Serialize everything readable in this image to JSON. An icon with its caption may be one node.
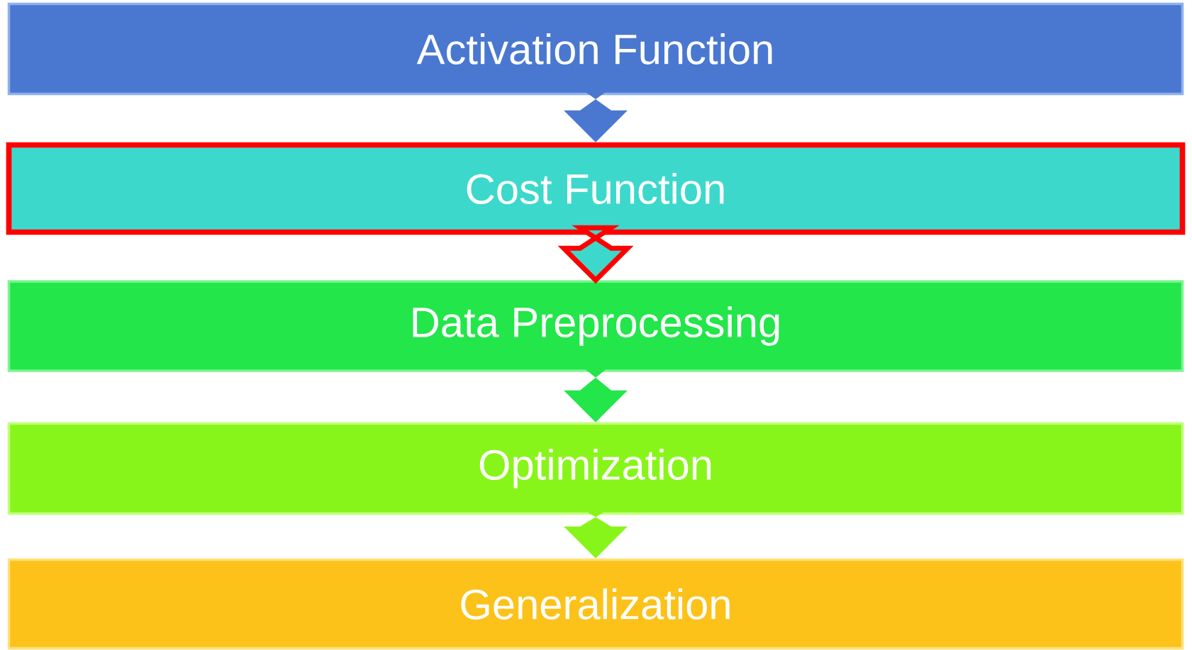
{
  "diagram": {
    "nodes": [
      {
        "text": [
          "Activation Function"
        ]
      },
      {
        "text": [
          "Cost Function"
        ]
      },
      {
        "text": [
          "Data Preprocessing"
        ]
      },
      {
        "text": [
          "Optimization"
        ]
      },
      {
        "text": [
          "Generalization"
        ]
      }
    ],
    "edges": [
      {
        "from": 0,
        "to": 1,
        "arrow": "to"
      },
      {
        "from": 1,
        "to": 2,
        "arrow": "to",
        "color": "#ff0000"
      },
      {
        "from": 2,
        "to": 3,
        "arrow": "to"
      },
      {
        "from": 3,
        "to": 4,
        "arrow": "to"
      }
    ]
  }
}
